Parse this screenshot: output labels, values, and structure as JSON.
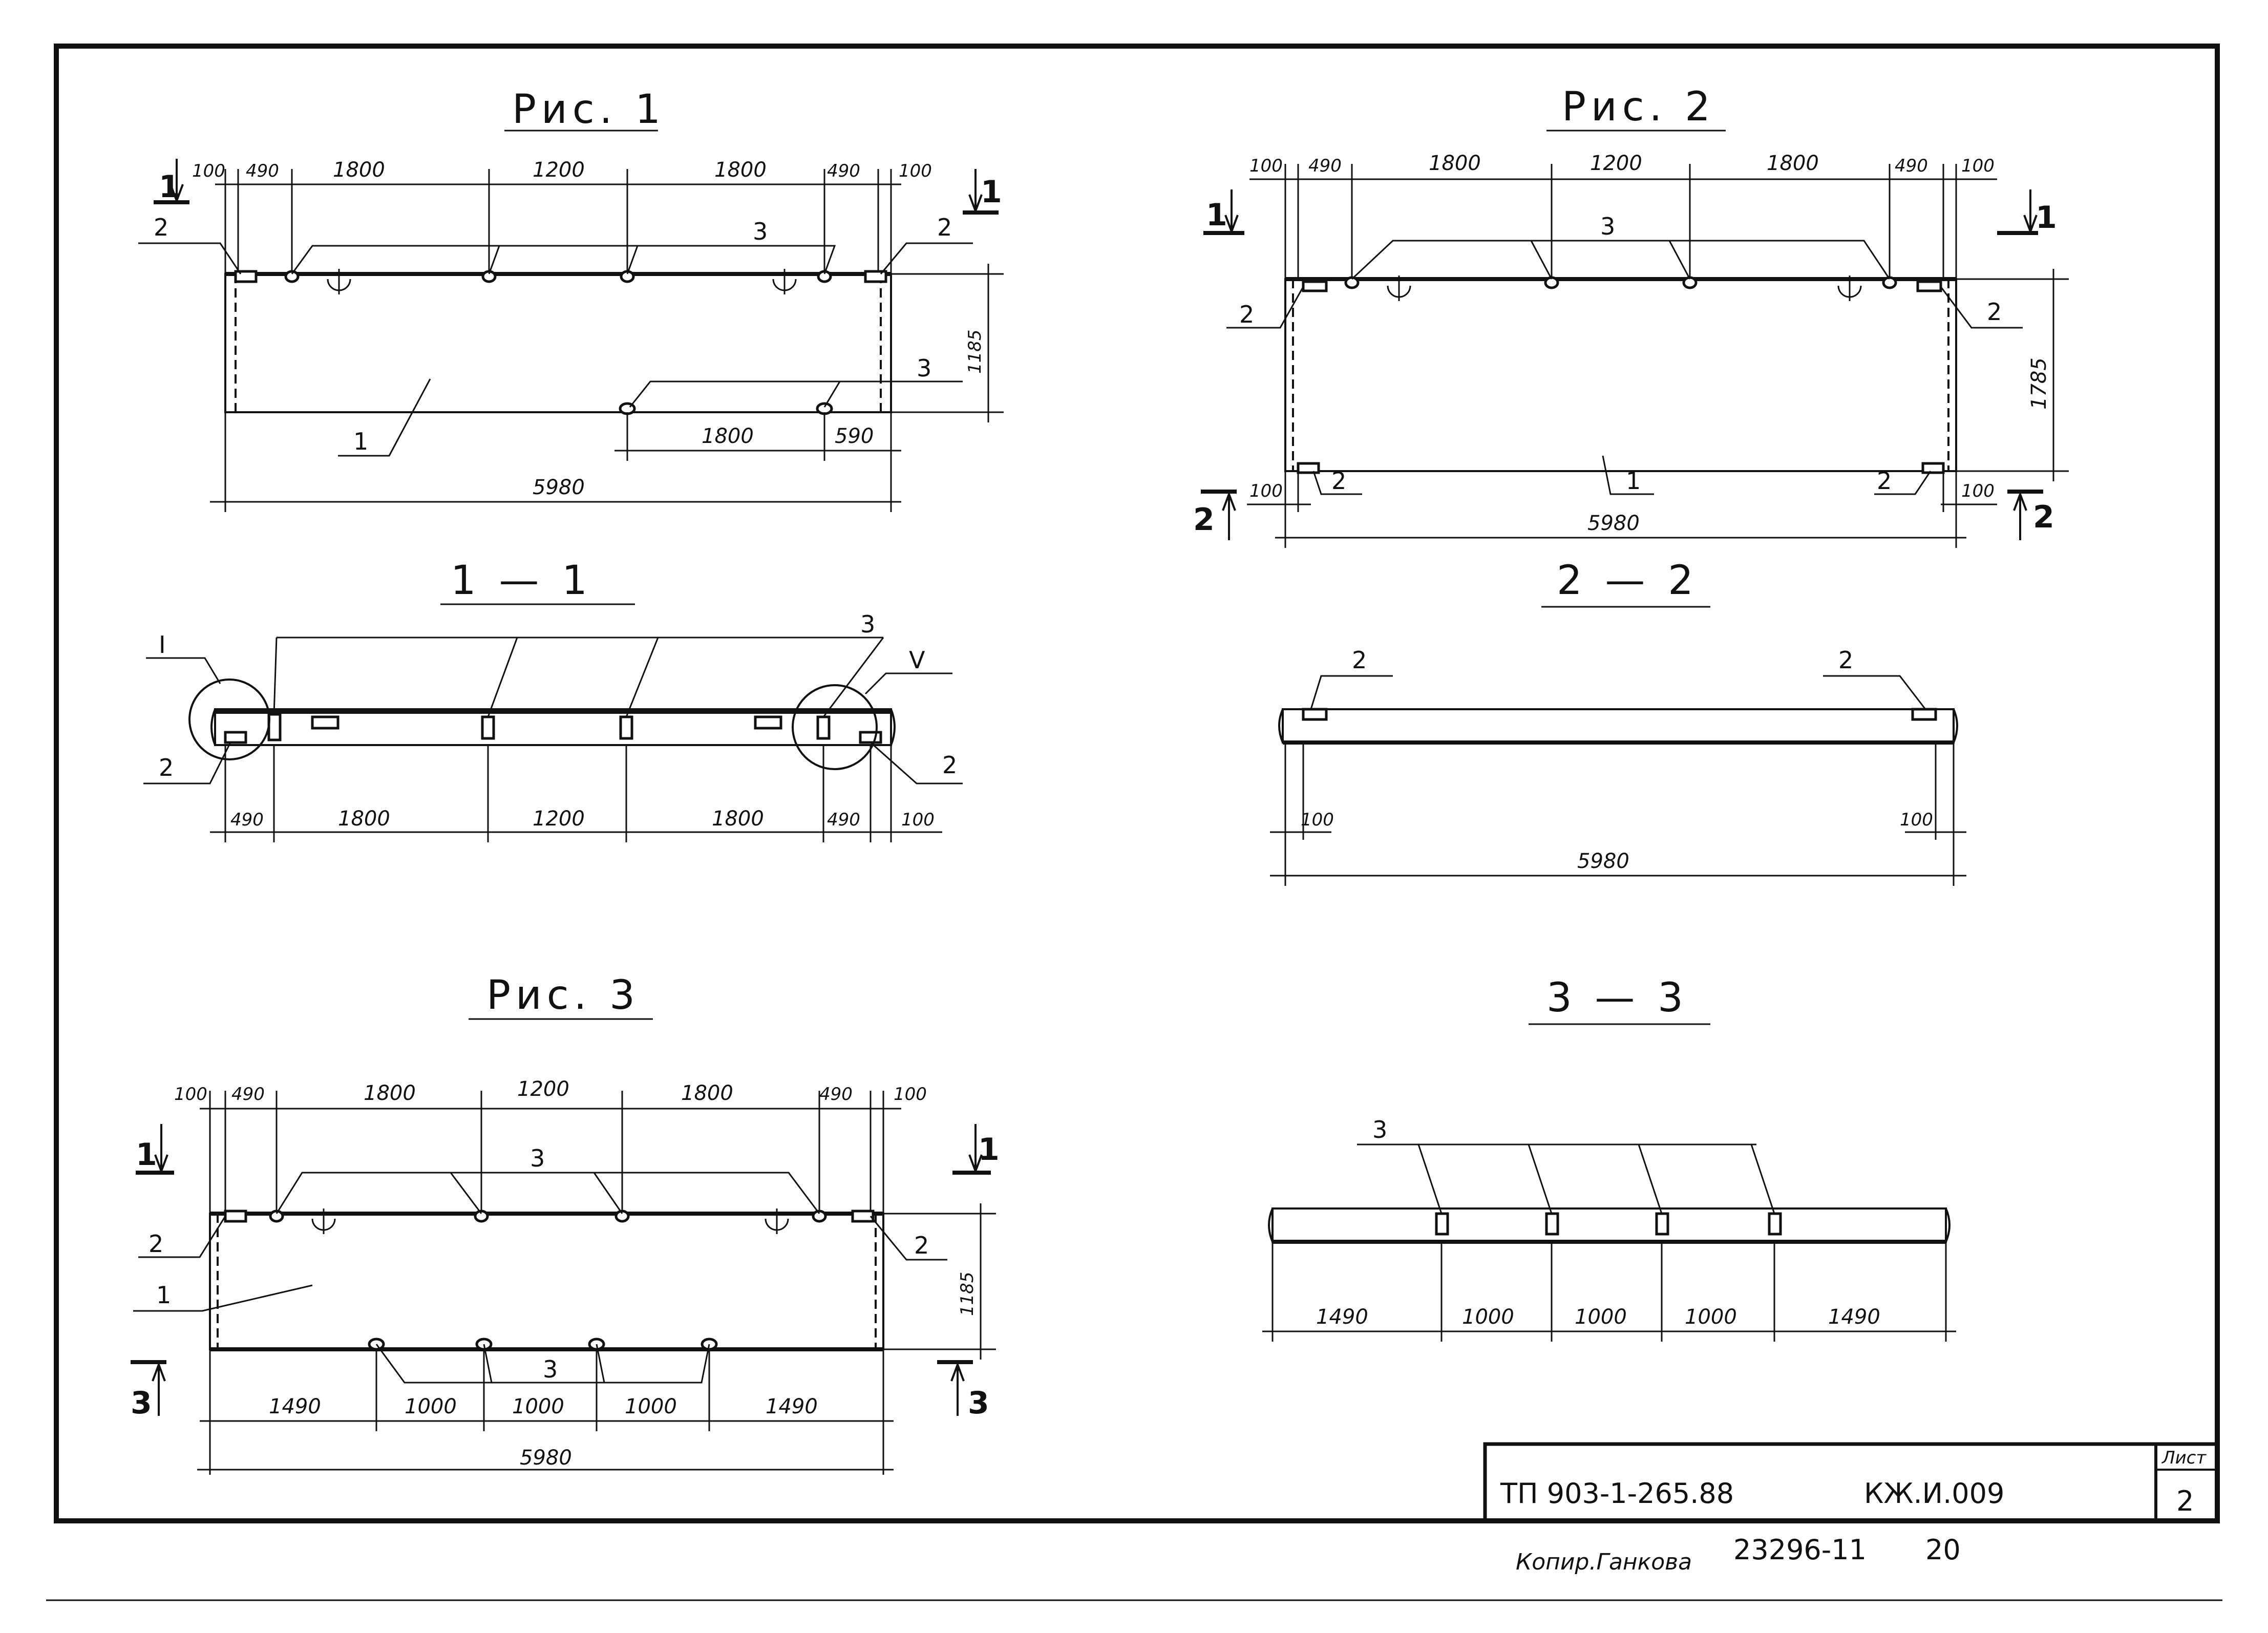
{
  "figures": {
    "fig1": {
      "title": "Рис. 1",
      "top_dims": [
        "100",
        "490",
        "1800",
        "1200",
        "1800",
        "490",
        "100"
      ],
      "bottom_dims": [
        "1800",
        "590"
      ],
      "total": "5980",
      "height": "1185",
      "section_mark": "1"
    },
    "fig2": {
      "title": "Рис. 2",
      "top_dims": [
        "100",
        "490",
        "1800",
        "1200",
        "1800",
        "490",
        "100"
      ],
      "bottom_dims": [
        "100",
        "100"
      ],
      "total": "5980",
      "height": "1785",
      "section_marks": [
        "1",
        "2"
      ]
    },
    "fig3": {
      "title": "Рис. 3",
      "top_dims": [
        "100",
        "490",
        "1800",
        "1200",
        "1800",
        "490",
        "100"
      ],
      "bottom_dims": [
        "1490",
        "1000",
        "1000",
        "1000",
        "1490"
      ],
      "total": "5980",
      "height": "1185",
      "section_marks": [
        "1",
        "3"
      ]
    }
  },
  "sections": {
    "s11": {
      "title": "1 — 1",
      "dims": [
        "490",
        "1800",
        "1200",
        "1800",
        "490",
        "100"
      ],
      "nodes": [
        "I",
        "V"
      ]
    },
    "s22": {
      "title": "2 — 2",
      "dims": [
        "100",
        "100"
      ],
      "total": "5980"
    },
    "s33": {
      "title": "3 — 3",
      "dims": [
        "1490",
        "1000",
        "1000",
        "1000",
        "1490"
      ]
    }
  },
  "callouts": {
    "panel": "1",
    "end_plate": "2",
    "embed": "3"
  },
  "title_block": {
    "project_code": "ТП 903-1-265.88",
    "doc_code": "КЖ.И.009",
    "sheet_label": "Лист",
    "sheet_number": "2",
    "copier": "Копир.Ганкова",
    "order_number": "23296-11",
    "format": "20"
  }
}
